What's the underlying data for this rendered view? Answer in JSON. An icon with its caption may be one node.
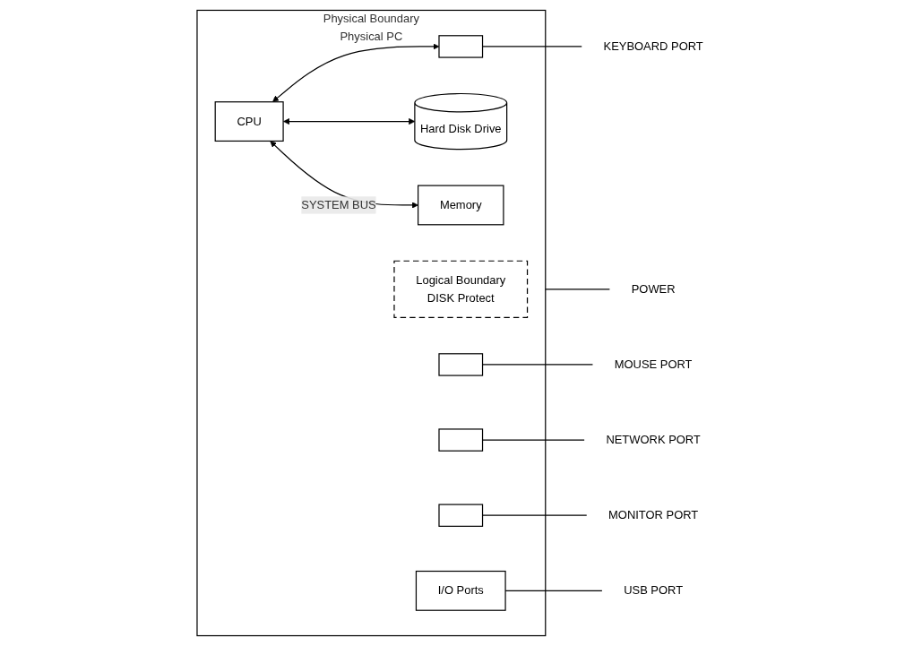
{
  "diagram": {
    "nodes": [
      {
        "text": [
          "Physical Boundary",
          "Physical PC"
        ]
      },
      {
        "text": [
          "Logical Boundary",
          "DISK Protect"
        ],
        "in": 0
      },
      {
        "text": [
          "CPU"
        ],
        "in": 0
      },
      {
        "text": [
          "Hard Disk Drive"
        ],
        "in": 0
      },
      {
        "text": [
          "Memory"
        ],
        "in": 0
      },
      {
        "text": [],
        "shape": "box",
        "in": 0
      },
      {
        "text": [],
        "shape": "box",
        "in": 0
      },
      {
        "text": [],
        "shape": "box",
        "in": 0
      },
      {
        "text": [],
        "shape": "box",
        "in": 0
      },
      {
        "text": [
          "I/O Ports"
        ],
        "in": 0
      },
      {
        "text": [
          "POWER"
        ]
      },
      {
        "text": [
          "KEYBOARD PORT"
        ]
      },
      {
        "text": [
          "MOUSE PORT"
        ]
      },
      {
        "text": [
          "NETWORK PORT"
        ]
      },
      {
        "text": [
          "MONITOR PORT"
        ]
      },
      {
        "text": [
          "USB PORT"
        ]
      }
    ],
    "edges": [
      {
        "from": 2,
        "to": 3,
        "arrow": "both"
      },
      {
        "from": 2,
        "to": 4,
        "arrow": "both",
        "label": "SYSTEM BUS"
      },
      {
        "from": 2,
        "to": 5,
        "arrow": "both"
      },
      {
        "from": 0,
        "to": 10,
        "arrow": "none"
      },
      {
        "from": 5,
        "to": 11,
        "arrow": "none"
      },
      {
        "from": 6,
        "to": 12,
        "arrow": "none"
      },
      {
        "from": 7,
        "to": 13,
        "arrow": "none"
      },
      {
        "from": 8,
        "to": 14,
        "arrow": "none"
      },
      {
        "from": 9,
        "to": 15,
        "arrow": "none"
      }
    ]
  }
}
